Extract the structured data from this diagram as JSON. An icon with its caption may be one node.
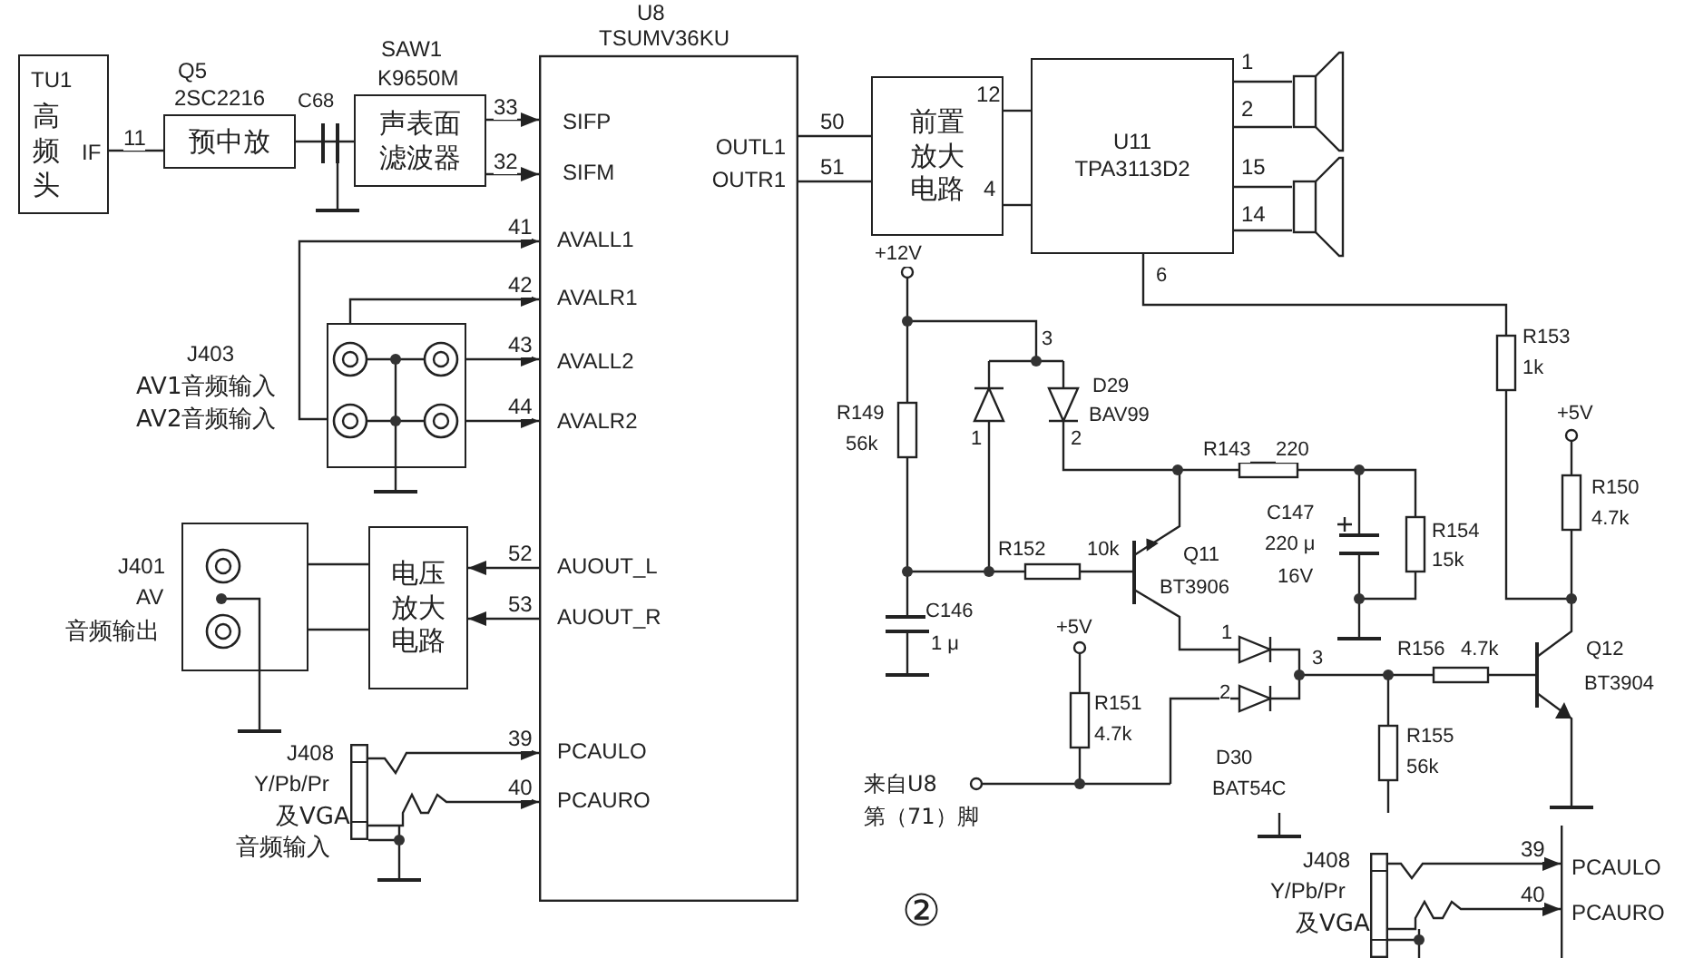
{
  "diagram": {
    "nodes": [
      {
        "text": [
          "TU1",
          "高频头",
          "IF"
        ]
      },
      {
        "text": [
          "预中放"
        ],
        "beside": [
          "Q5",
          "2SC2216"
        ]
      },
      {
        "text": [
          "声表面滤波器"
        ],
        "beside": [
          "SAW1",
          "K9650M"
        ]
      },
      {
        "text": [
          "U8",
          "TSUMV36KU",
          "SIFP",
          "SIFM",
          "OUTL1",
          "OUTR1",
          "AVALL1",
          "AVALR1",
          "AVALL2",
          "AVALR2",
          "AUOUT_L",
          "AUOUT_R",
          "PCAULO",
          "PCAURO"
        ]
      },
      {
        "text": [
          "前置放大电路"
        ]
      },
      {
        "text": [
          "U11",
          "TPA3113D2"
        ]
      },
      {
        "text": [],
        "shape": "speaker"
      },
      {
        "text": [],
        "shape": "speaker"
      },
      {
        "text": [],
        "shape": "box",
        "beside": [
          "J403",
          "AV1音频输入",
          "AV2音频输入"
        ]
      },
      {
        "text": [
          "电压放大电路"
        ]
      },
      {
        "text": [],
        "shape": "box",
        "beside": [
          "J401",
          "AV",
          "音频输出"
        ]
      },
      {
        "text": [],
        "shape": "bar",
        "beside": [
          "J408",
          "Y/Pb/Pr",
          "及VGA",
          "音频输入"
        ]
      },
      {
        "text": [
          "PCAULO",
          "PCAURO"
        ]
      },
      {
        "text": [],
        "shape": "bar",
        "beside": [
          "J408",
          "Y/Pb/Pr",
          "及VGA"
        ]
      }
    ],
    "edges": [
      {
        "from": 0,
        "to": 1,
        "arrow": "none",
        "label": "11"
      },
      {
        "from": 1,
        "to": 2,
        "arrow": "none"
      },
      {
        "from": 2,
        "to": 3,
        "arrow": "to",
        "label": "33"
      },
      {
        "from": 2,
        "to": 3,
        "arrow": "to",
        "label": "32"
      },
      {
        "from": 8,
        "to": 3,
        "arrow": "to",
        "label": "41"
      },
      {
        "from": 8,
        "to": 3,
        "arrow": "to",
        "label": "42"
      },
      {
        "from": 8,
        "to": 3,
        "arrow": "to",
        "label": "43"
      },
      {
        "from": 8,
        "to": 3,
        "arrow": "to",
        "label": "44"
      },
      {
        "from": 3,
        "to": 9,
        "arrow": "to",
        "label": "52"
      },
      {
        "from": 3,
        "to": 9,
        "arrow": "to",
        "label": "53"
      },
      {
        "from": 9,
        "to": 10,
        "arrow": "none"
      },
      {
        "from": 9,
        "to": 10,
        "arrow": "none"
      },
      {
        "from": 11,
        "to": 3,
        "arrow": "to",
        "label": "39"
      },
      {
        "from": 11,
        "to": 3,
        "arrow": "to",
        "label": "40"
      },
      {
        "from": 3,
        "to": 4,
        "arrow": "none",
        "label": "50"
      },
      {
        "from": 3,
        "to": 4,
        "arrow": "none",
        "label": "51"
      },
      {
        "from": 4,
        "to": 5,
        "arrow": "none",
        "label": "12"
      },
      {
        "from": 4,
        "to": 5,
        "arrow": "none",
        "label": "4"
      },
      {
        "from": 5,
        "to": 6,
        "arrow": "none",
        "label": "1"
      },
      {
        "from": 5,
        "to": 6,
        "arrow": "none",
        "label": "2"
      },
      {
        "from": 5,
        "to": 7,
        "arrow": "none",
        "label": "15"
      },
      {
        "from": 5,
        "to": 7,
        "arrow": "none",
        "label": "14"
      },
      {
        "from": 13,
        "to": 12,
        "arrow": "to",
        "label": "39"
      },
      {
        "from": 13,
        "to": 12,
        "arrow": "to",
        "label": "40"
      }
    ],
    "labels": [
      "C68",
      "+12V",
      "3",
      "D29",
      "BAV99",
      "1",
      "2",
      "R149",
      "56k",
      "R143",
      "220",
      "C147",
      "220 μ",
      "16V",
      "R154",
      "15k",
      "R152",
      "10k",
      "Q11",
      "BT3906",
      "R153",
      "1k",
      "+5V",
      "R150",
      "4.7k",
      "C146",
      "1 μ",
      "+5V",
      "R151",
      "4.7k",
      "1",
      "2",
      "3",
      "R156",
      "4.7k",
      "Q12",
      "BT3904",
      "R155",
      "56k",
      "D30",
      "BAT54C",
      "来自U8",
      "第（71）脚",
      "6",
      "②"
    ]
  }
}
